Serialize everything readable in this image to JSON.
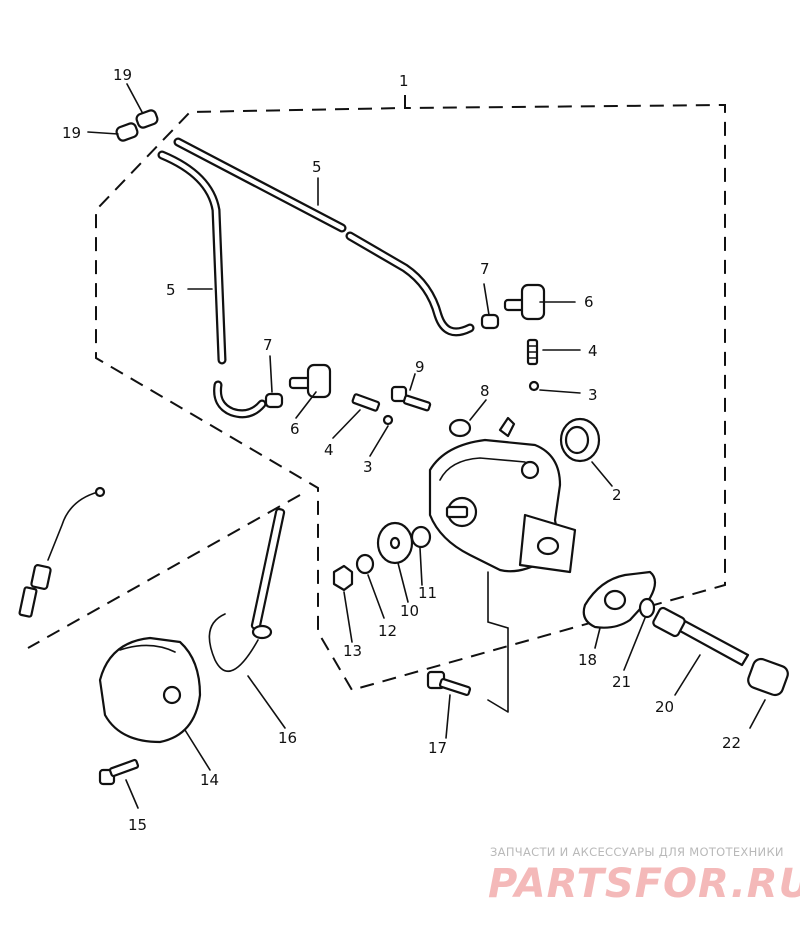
{
  "callouts": [
    {
      "id": "c1",
      "text": "1"
    },
    {
      "id": "c2",
      "text": "2"
    },
    {
      "id": "c3a",
      "text": "3"
    },
    {
      "id": "c3b",
      "text": "3"
    },
    {
      "id": "c4a",
      "text": "4"
    },
    {
      "id": "c4b",
      "text": "4"
    },
    {
      "id": "c5a",
      "text": "5"
    },
    {
      "id": "c5b",
      "text": "5"
    },
    {
      "id": "c6a",
      "text": "6"
    },
    {
      "id": "c6b",
      "text": "6"
    },
    {
      "id": "c7a",
      "text": "7"
    },
    {
      "id": "c7b",
      "text": "7"
    },
    {
      "id": "c8",
      "text": "8"
    },
    {
      "id": "c9",
      "text": "9"
    },
    {
      "id": "c10",
      "text": "10"
    },
    {
      "id": "c11",
      "text": "11"
    },
    {
      "id": "c12",
      "text": "12"
    },
    {
      "id": "c13",
      "text": "13"
    },
    {
      "id": "c14",
      "text": "14"
    },
    {
      "id": "c15",
      "text": "15"
    },
    {
      "id": "c16",
      "text": "16"
    },
    {
      "id": "c17",
      "text": "17"
    },
    {
      "id": "c18",
      "text": "18"
    },
    {
      "id": "c19a",
      "text": "19"
    },
    {
      "id": "c19b",
      "text": "19"
    },
    {
      "id": "c20",
      "text": "20"
    },
    {
      "id": "c21",
      "text": "21"
    },
    {
      "id": "c22",
      "text": "22"
    }
  ],
  "watermark": {
    "tagline": "ЗАПЧАСТИ И АКСЕССУАРЫ ДЛЯ МОТОТЕХНИКИ",
    "logo": "PARTSFOR.RU",
    "logo_color": "#f4b9b9",
    "tagline_color": "#b9b9b9"
  }
}
